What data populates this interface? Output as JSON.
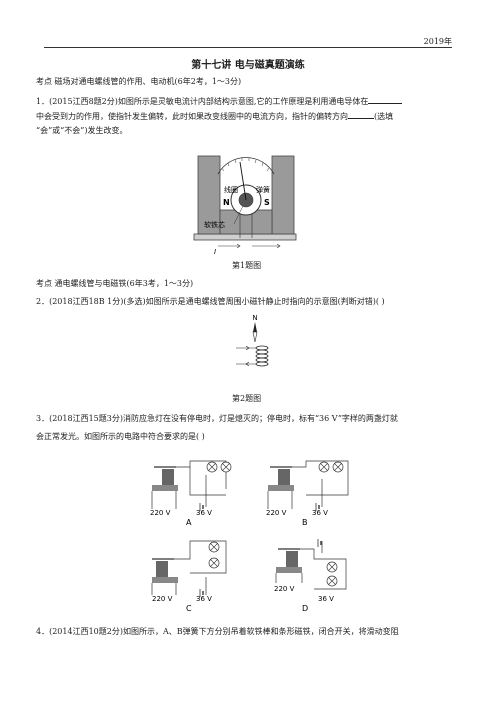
{
  "header": {
    "year": "2019年"
  },
  "title": "第十七讲 电与磁真题演练",
  "sections": [
    {
      "heading": "考点  磁场对通电螺线管的作用、电动机(6年2考，1～3分)"
    },
    {
      "heading": "考点  通电螺线管与电磁铁(6年3考，1～3分)"
    }
  ],
  "questions": {
    "q1": {
      "line1": "1．(2015江西8题2分)如图所示是灵敏电流计内部结构示意图,它的工作原理是利用通电导体在",
      "line2a": "中会受到力的作用，使指针发生偏转，此时如果改变线圈中的电流方向，指针的偏转方向",
      "line2b": "(选填",
      "line3": "“会”或“不会”)发生改变。",
      "figure_labels": {
        "coil": "线圈",
        "spring": "弹簧",
        "n": "N",
        "s": "S",
        "core": "软铁芯",
        "current": "I"
      },
      "caption": "第1题图"
    },
    "q2": {
      "text": "2．(2018江西18B 1分)(多选)如图所示是通电螺线管周围小磁针静止时指向的示意图(判断对错)(      )",
      "needle_label": "N",
      "caption": "第2题图"
    },
    "q3": {
      "line1": "3．(2018江西15题3分)消防应急灯在没有停电时，灯是熄灭的；停电时，标有“36 V”字样的两盏灯就",
      "line2": "会正常发光。如图所示的电路中符合要求的是(      )",
      "circuits": [
        {
          "letter": "A",
          "v1": "220 V",
          "v2": "36 V"
        },
        {
          "letter": "B",
          "v1": "220 V",
          "v2": "36 V"
        },
        {
          "letter": "C",
          "v1": "220 V",
          "v2": "36 V"
        },
        {
          "letter": "D",
          "v1": "220 V",
          "v2": "36 V"
        }
      ]
    },
    "q4": {
      "text": "4．(2014江西10题2分)如图所示，A、B弹簧下方分别吊着软铁棒和条形磁铁，闭合开关，将滑动变阻"
    }
  }
}
